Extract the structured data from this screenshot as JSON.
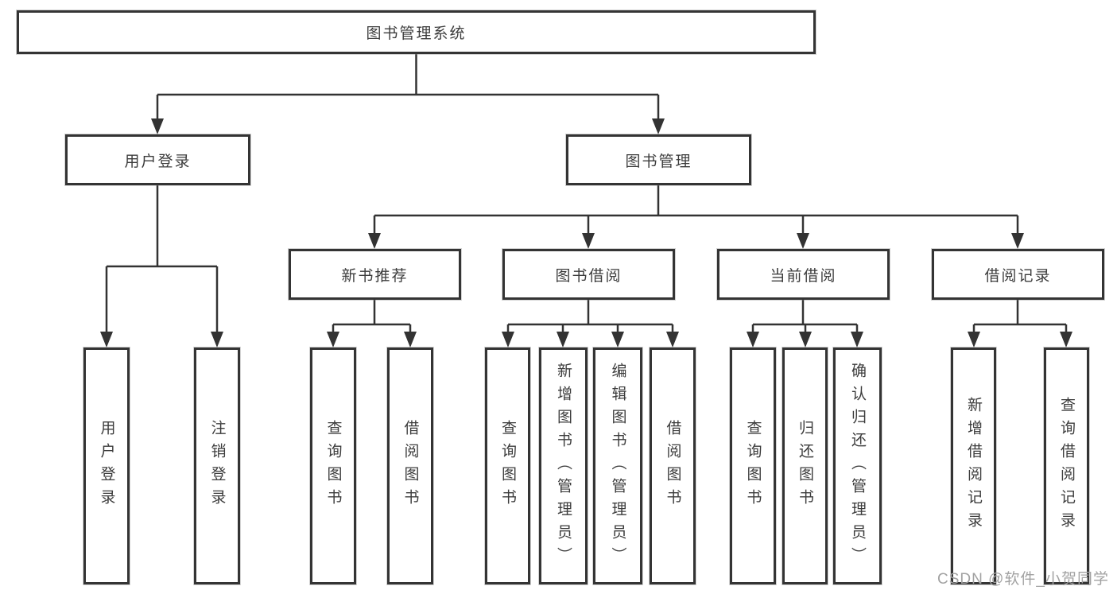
{
  "diagram": {
    "title": "图书管理系统",
    "colors": {
      "line": "#333333",
      "box_border": "#343434",
      "text": "#3c3c3c",
      "background": "#ffffff",
      "watermark": "#a2a2a2"
    },
    "tree": {
      "root": {
        "label": "图书管理系统"
      },
      "level2": [
        {
          "label": "用户登录"
        },
        {
          "label": "图书管理"
        }
      ],
      "level3": [
        {
          "label": "新书推荐"
        },
        {
          "label": "图书借阅"
        },
        {
          "label": "当前借阅"
        },
        {
          "label": "借阅记录"
        }
      ],
      "leaves": {
        "user_login": [
          "用户登录",
          "注销登录"
        ],
        "new_book_rec": [
          "查询图书",
          "借阅图书"
        ],
        "book_borrow": [
          "查询图书",
          "新增图书（管理员）",
          "编辑图书（管理员）",
          "借阅图书"
        ],
        "current_borrow": [
          "查询图书",
          "归还图书",
          "确认归还（管理员）"
        ],
        "borrow_records": [
          "新增借阅记录",
          "查询借阅记录"
        ]
      }
    }
  },
  "watermark": {
    "text": "CSDN @软件_小贺同学"
  }
}
